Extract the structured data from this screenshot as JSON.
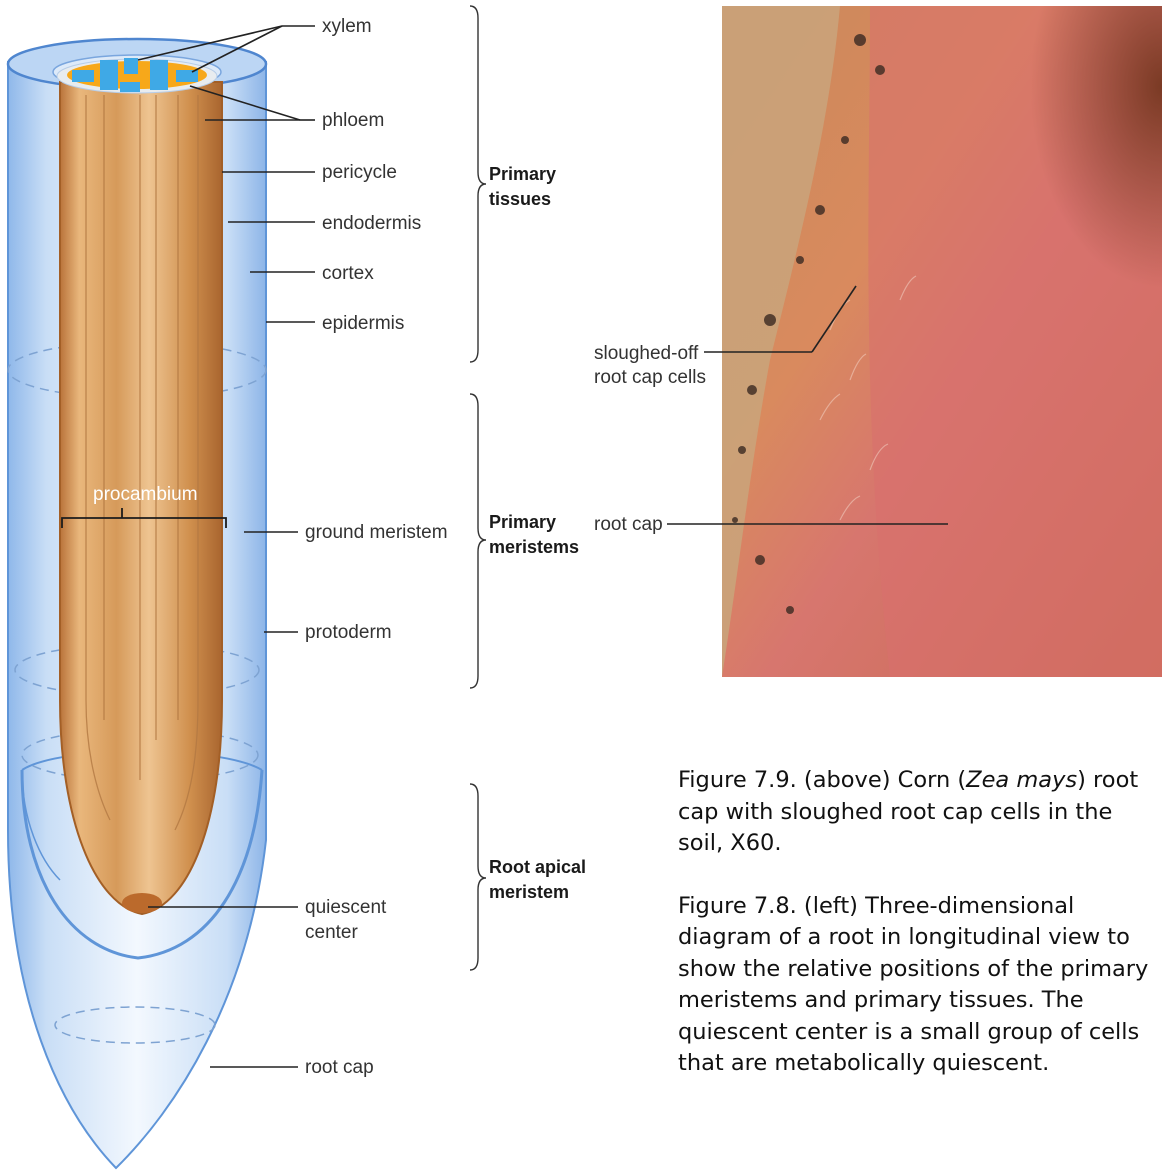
{
  "diagram_labels": {
    "xylem": "xylem",
    "phloem": "phloem",
    "pericycle": "pericycle",
    "endodermis": "endodermis",
    "cortex": "cortex",
    "epidermis": "epidermis",
    "procambium": "procambium",
    "ground_meristem": "ground meristem",
    "protoderm": "protoderm",
    "quiescent_center_1": "quiescent",
    "quiescent_center_2": "center",
    "root_cap": "root cap"
  },
  "groups": {
    "primary_tissues_1": "Primary",
    "primary_tissues_2": "tissues",
    "primary_meristems_1": "Primary",
    "primary_meristems_2": "meristems",
    "root_apical_1": "Root apical",
    "root_apical_2": "meristem"
  },
  "photo_labels": {
    "sloughed_1": "sloughed-off",
    "sloughed_2": "root cap cells",
    "root_cap": "root cap"
  },
  "caption": {
    "fig79_line1_a": "Figure 7.9. (above) Corn (",
    "fig79_italic": "Zea mays",
    "fig79_line1_b": ") root",
    "fig79_line2": "cap with sloughed root cap cells in the",
    "fig79_line3": "soil, X60.",
    "fig78_line1": "Figure 7.8. (left) Three-dimensional",
    "fig78_line2": "diagram of a root in longitudinal view to",
    "fig78_line3": "show the relative positions of the primary",
    "fig78_line4": "meristems and primary tissues.  The",
    "fig78_line5": "quiescent center is a small group of cells",
    "fig78_line6": "that are metabolically quiescent."
  },
  "colors": {
    "root_blue": "#b9d3f1",
    "stele_tan": "#cd9355",
    "xylem_yellow": "#f7a81a",
    "phloem_blue": "#3fa9e6",
    "photo_pink": "#d4786c"
  }
}
